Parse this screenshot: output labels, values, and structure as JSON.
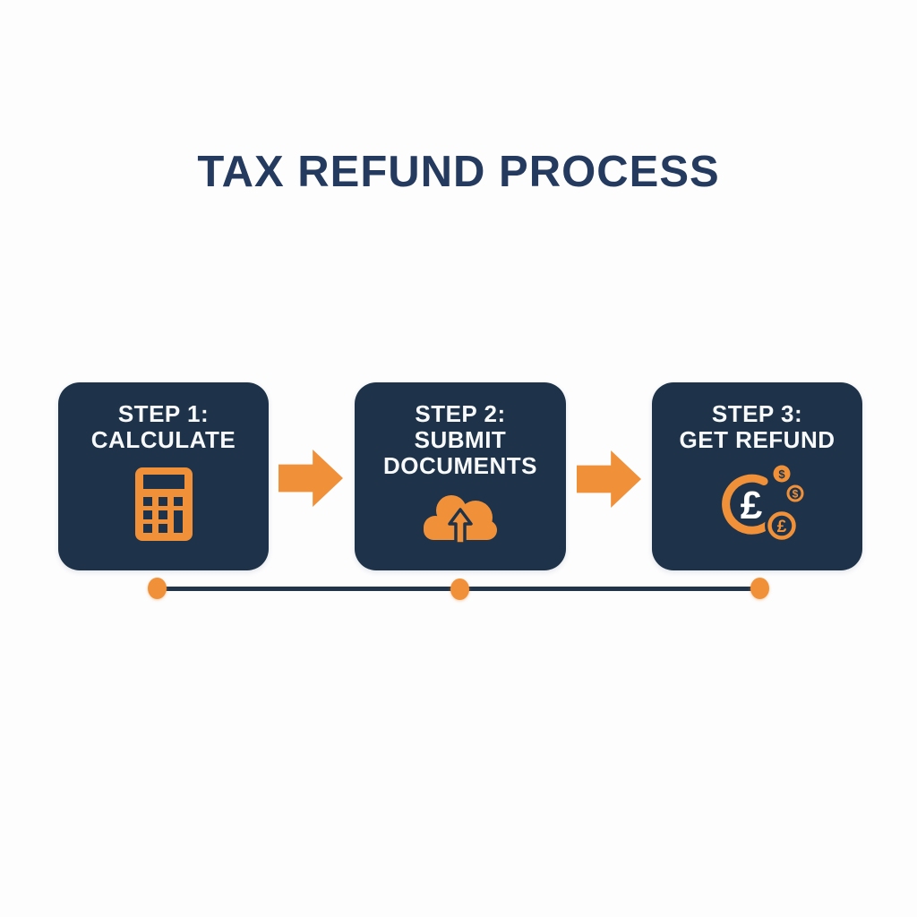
{
  "title": "TAX REFUND PROCESS",
  "steps": [
    {
      "step_label": "STEP 1:",
      "name": "CALCULATE",
      "icon": "calculator-icon"
    },
    {
      "step_label": "STEP 2:",
      "name": "SUBMIT DOCUMENTS",
      "icon": "cloud-upload-icon"
    },
    {
      "step_label": "STEP 3:",
      "name": "GET REFUND",
      "icon": "money-coins-icon",
      "currency_main": "£",
      "coin_symbols": [
        "$",
        "$",
        "£"
      ]
    }
  ],
  "colors": {
    "box_navy": "#1e3349",
    "orange": "#f0913a",
    "title_navy": "#243a5e",
    "timeline_navy": "#22344a",
    "text_white": "#f7f9fb",
    "bg_white": "#fdfdfe"
  }
}
